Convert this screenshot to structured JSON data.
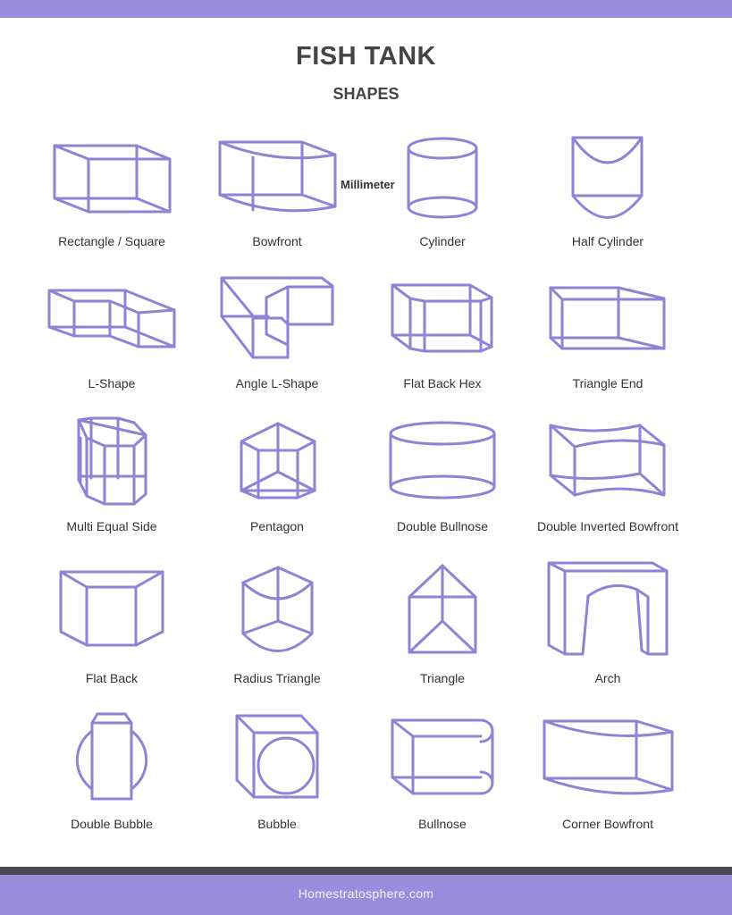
{
  "header": {
    "title": "FISH TANK",
    "subtitle": "SHAPES"
  },
  "annotation": "Millimeter",
  "colors": {
    "accent": "#9a8ddc",
    "stroke": "#8f83d6",
    "text": "#444444",
    "divider": "#4a4a52"
  },
  "shapes": [
    {
      "label": "Rectangle / Square",
      "icon": "rectangle-tank-icon"
    },
    {
      "label": "Bowfront",
      "icon": "bowfront-tank-icon"
    },
    {
      "label": "Cylinder",
      "icon": "cylinder-tank-icon"
    },
    {
      "label": "Half Cylinder",
      "icon": "half-cylinder-tank-icon"
    },
    {
      "label": "L-Shape",
      "icon": "l-shape-tank-icon"
    },
    {
      "label": "Angle L-Shape",
      "icon": "angle-l-shape-tank-icon"
    },
    {
      "label": "Flat Back Hex",
      "icon": "flat-back-hex-tank-icon"
    },
    {
      "label": "Triangle End",
      "icon": "triangle-end-tank-icon"
    },
    {
      "label": "Multi Equal Side",
      "icon": "multi-equal-side-tank-icon"
    },
    {
      "label": "Pentagon",
      "icon": "pentagon-tank-icon"
    },
    {
      "label": "Double Bullnose",
      "icon": "double-bullnose-tank-icon"
    },
    {
      "label": "Double Inverted Bowfront",
      "icon": "double-inverted-bowfront-tank-icon"
    },
    {
      "label": "Flat Back",
      "icon": "flat-back-tank-icon"
    },
    {
      "label": "Radius Triangle",
      "icon": "radius-triangle-tank-icon"
    },
    {
      "label": "Triangle",
      "icon": "triangle-tank-icon"
    },
    {
      "label": "Arch",
      "icon": "arch-tank-icon"
    },
    {
      "label": "Double Bubble",
      "icon": "double-bubble-tank-icon"
    },
    {
      "label": "Bubble",
      "icon": "bubble-tank-icon"
    },
    {
      "label": "Bullnose",
      "icon": "bullnose-tank-icon"
    },
    {
      "label": "Corner Bowfront",
      "icon": "corner-bowfront-tank-icon"
    }
  ],
  "footer": {
    "site": "Homestratosphere.com"
  }
}
